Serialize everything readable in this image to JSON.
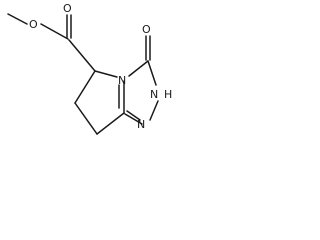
{
  "molecule": {
    "atoms": {
      "o_methoxy": "O",
      "o_carbonyl": "O",
      "o_ring": "O",
      "n_bridge": "N",
      "n_h": "N",
      "h_on_n": "H",
      "n_lower": "N"
    }
  }
}
